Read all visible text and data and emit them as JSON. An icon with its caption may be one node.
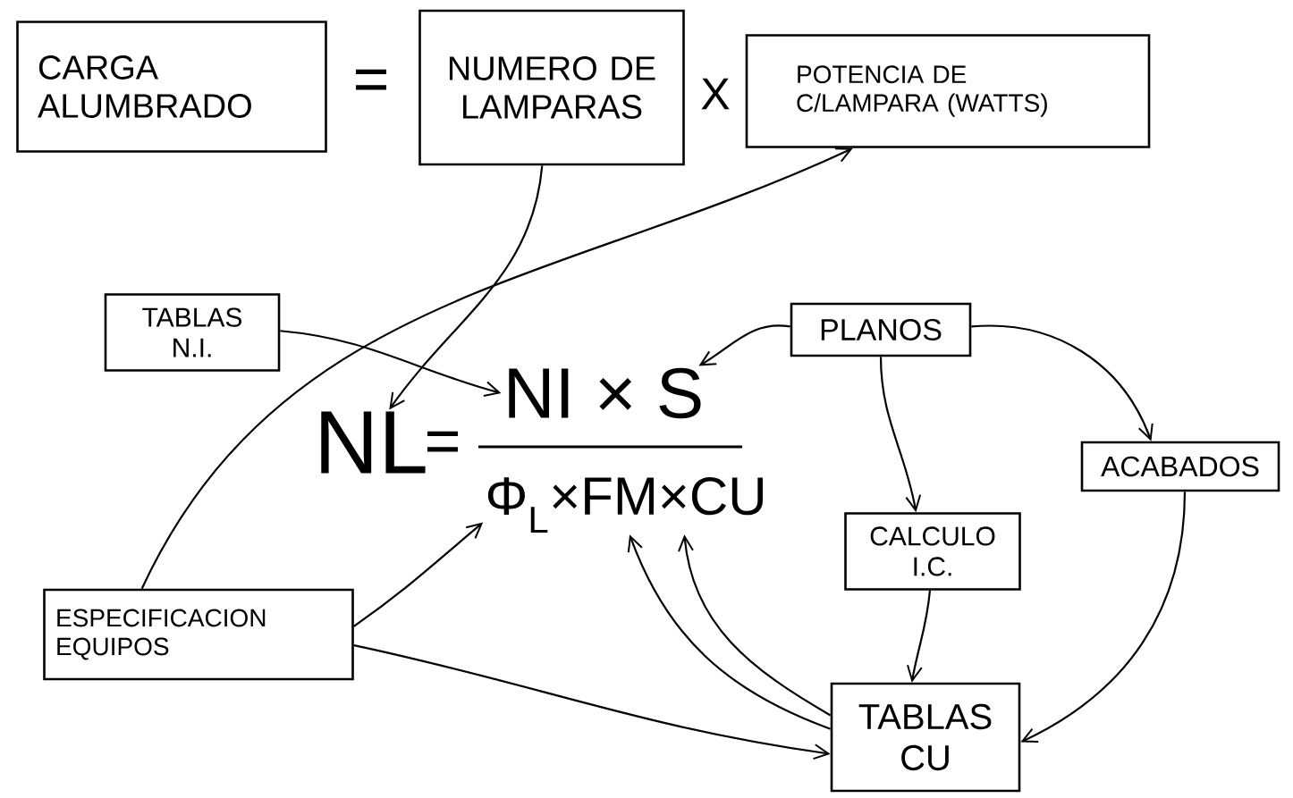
{
  "diagram": {
    "nodes": [
      {
        "text": [
          "CARGA ALUMBRADO"
        ]
      },
      {
        "text": [
          "NUMERO DE LAMPARAS"
        ]
      },
      {
        "text": [
          "POTENCIA DE C/LAMPARA (WATTS)"
        ]
      },
      {
        "text": [
          "TABLAS N.I."
        ]
      },
      {
        "text": [
          "PLANOS"
        ]
      },
      {
        "text": [
          "NL"
        ]
      },
      {
        "text": [
          "NI × S"
        ]
      },
      {
        "text": [
          "Φ$_{L}$×FM×CU"
        ]
      },
      {
        "text": [
          "ACABADOS"
        ]
      },
      {
        "text": [
          "CALCULO I.C."
        ]
      },
      {
        "text": [
          "ESPECIFICACION EQUIPOS"
        ]
      },
      {
        "text": [
          "TABLAS CU"
        ]
      }
    ],
    "edges": [
      {
        "from": 10,
        "to": 2,
        "arrow": "to"
      },
      {
        "from": 1,
        "to": 5,
        "arrow": "to"
      },
      {
        "from": 3,
        "to": 6,
        "arrow": "to"
      },
      {
        "from": 4,
        "to": 6,
        "arrow": "to"
      },
      {
        "from": 4,
        "to": 9,
        "arrow": "to"
      },
      {
        "from": 4,
        "to": 8,
        "arrow": "to"
      },
      {
        "from": 9,
        "to": 11,
        "arrow": "to"
      },
      {
        "from": 8,
        "to": 11,
        "arrow": "to"
      },
      {
        "from": 10,
        "to": 7,
        "arrow": "to"
      },
      {
        "from": 10,
        "to": 11,
        "arrow": "to"
      },
      {
        "from": 11,
        "to": 7,
        "arrow": "to"
      },
      {
        "from": 11,
        "to": 7,
        "arrow": "to"
      }
    ],
    "labels": [
      "=",
      "X",
      "="
    ]
  }
}
